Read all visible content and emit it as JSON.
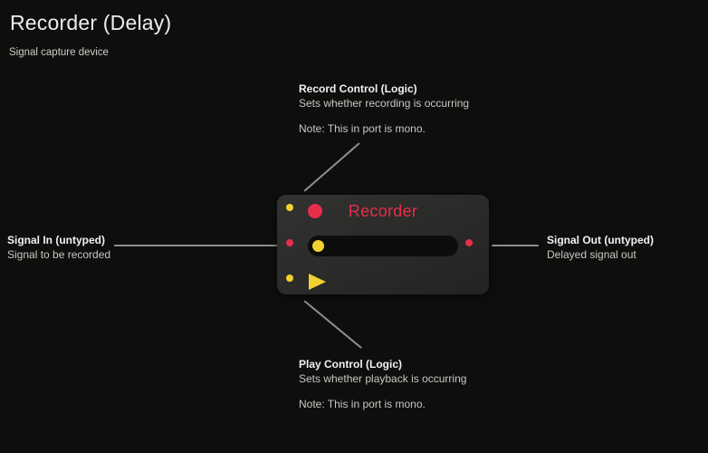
{
  "page": {
    "title": "Recorder (Delay)",
    "subtitle": "Signal capture device"
  },
  "node": {
    "title": "Recorder"
  },
  "port_labels": {
    "record_control": {
      "heading": "Record Control (Logic)",
      "description": "Sets whether recording is occurring",
      "note": "Note: This in port is mono."
    },
    "signal_in": {
      "heading": "Signal In (untyped)",
      "description": "Signal to be recorded"
    },
    "signal_out": {
      "heading": "Signal Out (untyped)",
      "description": "Delayed signal out"
    },
    "play_control": {
      "heading": "Play Control (Logic)",
      "description": "Sets whether playback is occurring",
      "note": "Note: This in port is mono."
    }
  },
  "colors": {
    "accent-red": "#e62e4a",
    "accent-yellow": "#f2d230",
    "page-bg": "#0e0e0d"
  }
}
